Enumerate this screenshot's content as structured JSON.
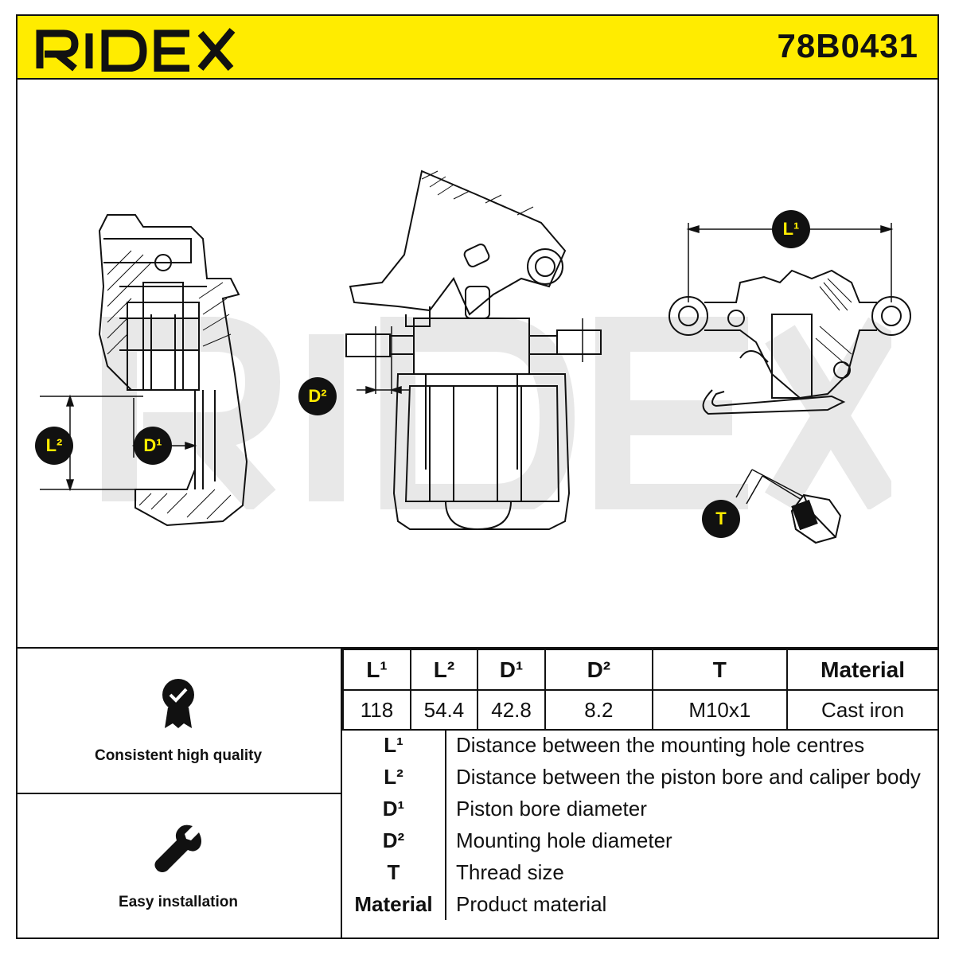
{
  "header": {
    "brand": "RIDEX",
    "part_number": "78B0431"
  },
  "colors": {
    "accent": "#ffec00",
    "ink": "#111111"
  },
  "drawing": {
    "badges": {
      "l1": "L¹",
      "l2": "L²",
      "d1": "D¹",
      "d2": "D²",
      "t": "T"
    }
  },
  "features": [
    {
      "icon": "quality-badge-icon",
      "label": "Consistent high quality"
    },
    {
      "icon": "wrench-icon",
      "label": "Easy installation"
    }
  ],
  "spec_table": {
    "headers": [
      "L¹",
      "L²",
      "D¹",
      "D²",
      "T",
      "Material"
    ],
    "values": [
      "118",
      "54.4",
      "42.8",
      "8.2",
      "M10x1",
      "Cast iron"
    ]
  },
  "legend": [
    {
      "key": "L¹",
      "desc": "Distance between the mounting hole centres"
    },
    {
      "key": "L²",
      "desc": "Distance between the piston bore and caliper body"
    },
    {
      "key": "D¹",
      "desc": "Piston bore diameter"
    },
    {
      "key": "D²",
      "desc": "Mounting hole diameter"
    },
    {
      "key": "T",
      "desc": "Thread size"
    },
    {
      "key": "Material",
      "desc": "Product material"
    }
  ]
}
